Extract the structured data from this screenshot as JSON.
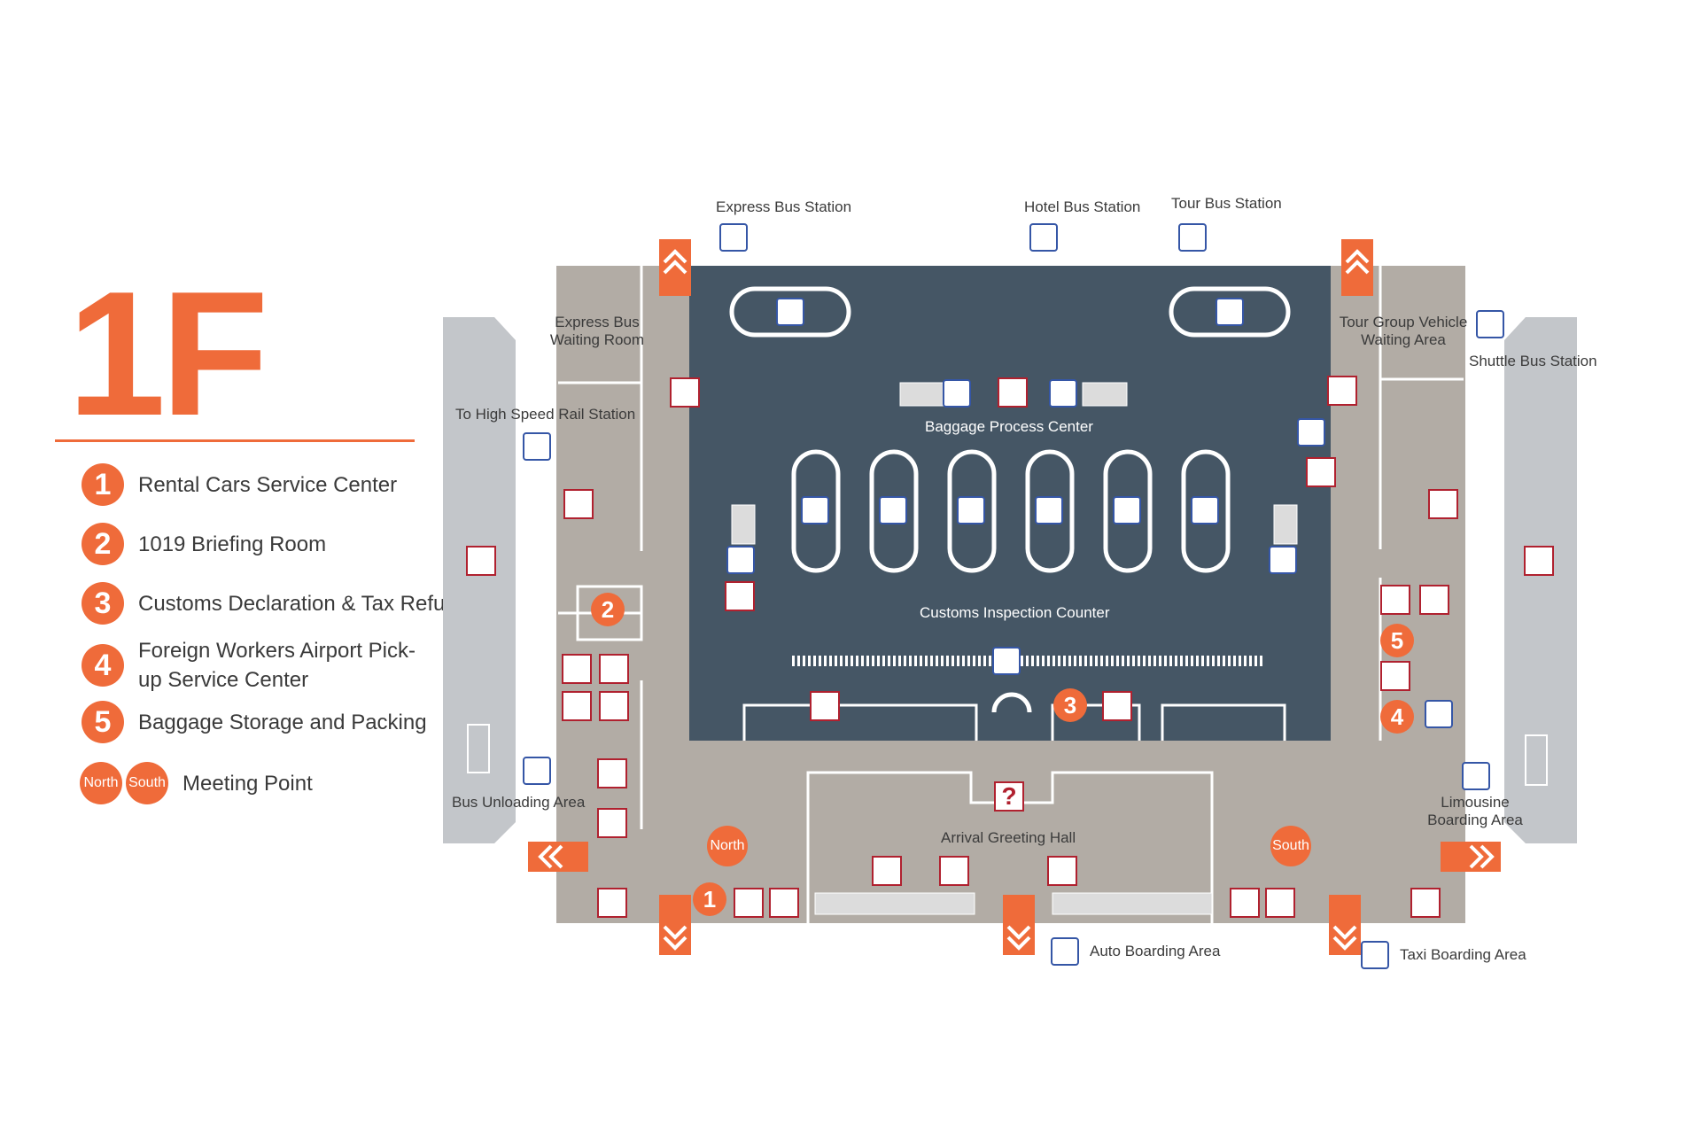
{
  "floor": "1F",
  "legend": [
    {
      "num": "1",
      "label": "Rental Cars Service Center"
    },
    {
      "num": "2",
      "label": "1019 Briefing Room"
    },
    {
      "num": "3",
      "label": "Customs Declaration & Tax Refund"
    },
    {
      "num": "4",
      "label": "Foreign Workers Airport Pick-up Service Center"
    },
    {
      "num": "5",
      "label": "Baggage Storage and Packing"
    }
  ],
  "meeting": {
    "north": "North",
    "south": "South",
    "label": "Meeting Point"
  },
  "map": {
    "express_bus_station": "Express Bus Station",
    "hotel_bus_station": "Hotel Bus Station",
    "tour_bus_station": "Tour Bus Station",
    "express_bus_waiting_room": "Express Bus Waiting Room",
    "tour_group_vehicle_waiting_area": "Tour Group Vehicle Waiting Area",
    "shuttle_bus_station": "Shuttle Bus Station",
    "to_high_speed_rail_station": "To High Speed Rail Station",
    "baggage_process_center": "Baggage Process Center",
    "customs_inspection_counter": "Customs Inspection Counter",
    "bus_unloading_area": "Bus Unloading Area",
    "arrival_greeting_hall": "Arrival Greeting Hall",
    "limousine_boarding_area": "Limousine Boarding Area",
    "auto_boarding_area": "Auto Boarding Area",
    "taxi_boarding_area": "Taxi Boarding Area",
    "info_symbol": "?"
  },
  "colors": {
    "accent": "#ef6b3a",
    "hall_floor": "#b2aca5",
    "side_lane": "#c3c6ca",
    "baggage_area": "#455665",
    "bus_icon": "#3556a6",
    "facility_icon": "#b0212f"
  }
}
